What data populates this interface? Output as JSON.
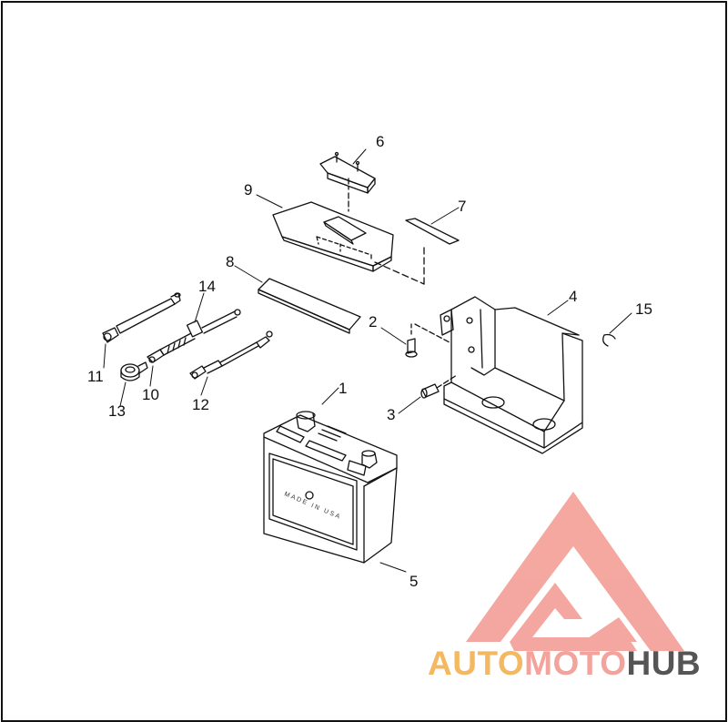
{
  "callouts": [
    {
      "id": "1",
      "label": "1"
    },
    {
      "id": "2",
      "label": "2"
    },
    {
      "id": "3",
      "label": "3"
    },
    {
      "id": "4",
      "label": "4"
    },
    {
      "id": "5",
      "label": "5"
    },
    {
      "id": "6",
      "label": "6"
    },
    {
      "id": "7",
      "label": "7"
    },
    {
      "id": "8",
      "label": "8"
    },
    {
      "id": "9",
      "label": "9"
    },
    {
      "id": "10",
      "label": "10"
    },
    {
      "id": "11",
      "label": "11"
    },
    {
      "id": "12",
      "label": "12"
    },
    {
      "id": "13",
      "label": "13"
    },
    {
      "id": "14",
      "label": "14"
    },
    {
      "id": "15",
      "label": "15"
    }
  ],
  "battery_marking": "MADE IN USA",
  "watermark": {
    "part1": "AUTO",
    "part2": "MOTO",
    "part3": "HUB",
    "color1": "#f4b860",
    "color2": "#f3a39b",
    "color3": "#555555",
    "logo_color": "#f3a39b"
  }
}
